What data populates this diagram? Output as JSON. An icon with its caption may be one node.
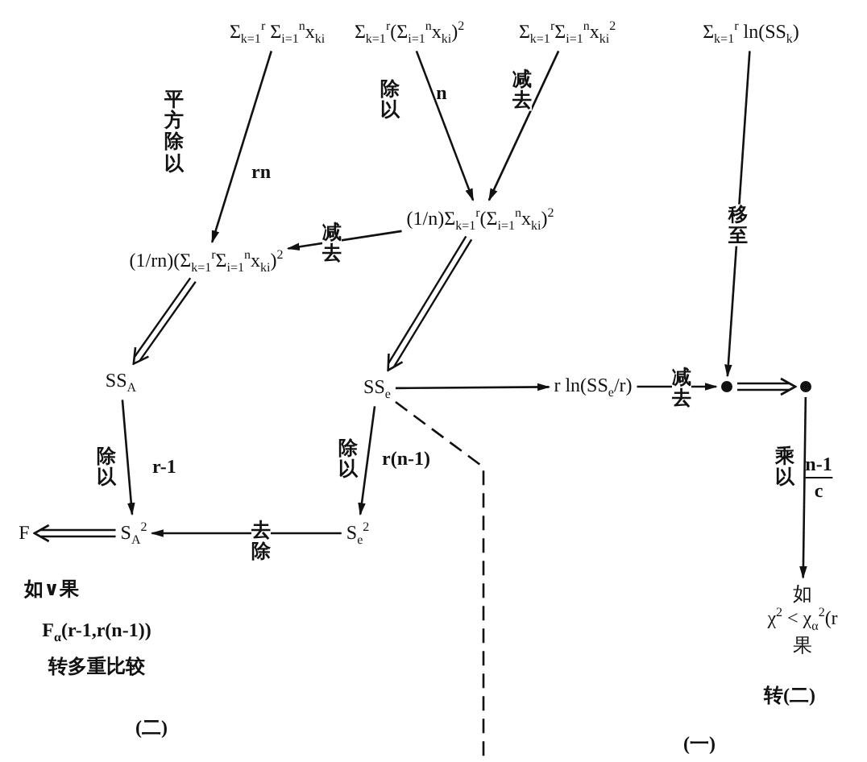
{
  "diagram": {
    "nodes": [
      {
        "text": [
          "Σ$_{k=1}$$^{r}$ Σ$_{i=1}$$^{n}$x$_{ki}$"
        ]
      },
      {
        "text": [
          "Σ$_{k=1}$$^{r}$(Σ$_{i=1}$$^{n}$x$_{ki}$)$^{2}$"
        ]
      },
      {
        "text": [
          "Σ$_{k=1}$$^{r}$Σ$_{i=1}$$^{n}$x$_{ki}$$^{2}$"
        ]
      },
      {
        "text": [
          "Σ$_{k=1}$$^{r}$ ln(SS$_{k}$)"
        ]
      },
      {
        "text": [
          "(1/rn)(Σ$_{k=1}$$^{r}$Σ$_{i=1}$$^{n}$x$_{ki}$)$^{2}$"
        ]
      },
      {
        "text": [
          "(1/n)Σ$_{k=1}$$^{r}$(Σ$_{i=1}$$^{n}$x$_{ki}$)$^{2}$"
        ]
      },
      {
        "text": [
          "SS$_{A}$"
        ]
      },
      {
        "text": [
          "SS$_{e}$"
        ]
      },
      {
        "text": [
          "r ln(SS$_{e}$/r)"
        ]
      },
      {
        "text": [],
        "shape": "circle"
      },
      {
        "text": [],
        "shape": "circle"
      },
      {
        "text": [
          "S$_{A}$$^{2}$"
        ]
      },
      {
        "text": [
          "S$_{e}$$^{2}$"
        ]
      },
      {
        "text": [
          "F"
        ]
      },
      {
        "text": [
          "如",
          "χ$^{2}$ < χ$_{α}$$^{2}$(r",
          "果"
        ]
      }
    ],
    "edges": [
      {
        "from": 0,
        "to": 4,
        "arrow": "to",
        "label": "平方除以"
      },
      {
        "from": 1,
        "to": 5,
        "arrow": "to",
        "label": "除以"
      },
      {
        "from": 2,
        "to": 5,
        "arrow": "to",
        "label": "减去"
      },
      {
        "from": 5,
        "to": 4,
        "arrow": "to",
        "label": "减去"
      },
      {
        "from": 4,
        "to": 6,
        "arrow": "to"
      },
      {
        "from": 5,
        "to": 7,
        "arrow": "to"
      },
      {
        "from": 6,
        "to": 11,
        "arrow": "to",
        "label": "除以"
      },
      {
        "from": 7,
        "to": 12,
        "arrow": "to",
        "label": "除以"
      },
      {
        "from": 12,
        "to": 11,
        "arrow": "to",
        "label": "去除"
      },
      {
        "from": 11,
        "to": 13,
        "arrow": "to"
      },
      {
        "from": 7,
        "to": 8,
        "arrow": "to"
      },
      {
        "from": 8,
        "to": 9,
        "arrow": "to",
        "label": "减去"
      },
      {
        "from": 3,
        "to": 9,
        "arrow": "to",
        "label": "移至"
      },
      {
        "from": 9,
        "to": 10,
        "arrow": "to"
      },
      {
        "from": 10,
        "to": 14,
        "arrow": "to",
        "label": "乘以"
      },
      {
        "from": 7,
        "to": null,
        "arrow": "none",
        "style": "dashed"
      }
    ],
    "labels": [
      "rn",
      "n",
      "r-1",
      "r(n-1)",
      "n-1",
      "c",
      "如∨果",
      "F$_{α}$(r-1,r(n-1))",
      "转多重比较",
      "(二)",
      "转(二)",
      "(一)"
    ]
  }
}
